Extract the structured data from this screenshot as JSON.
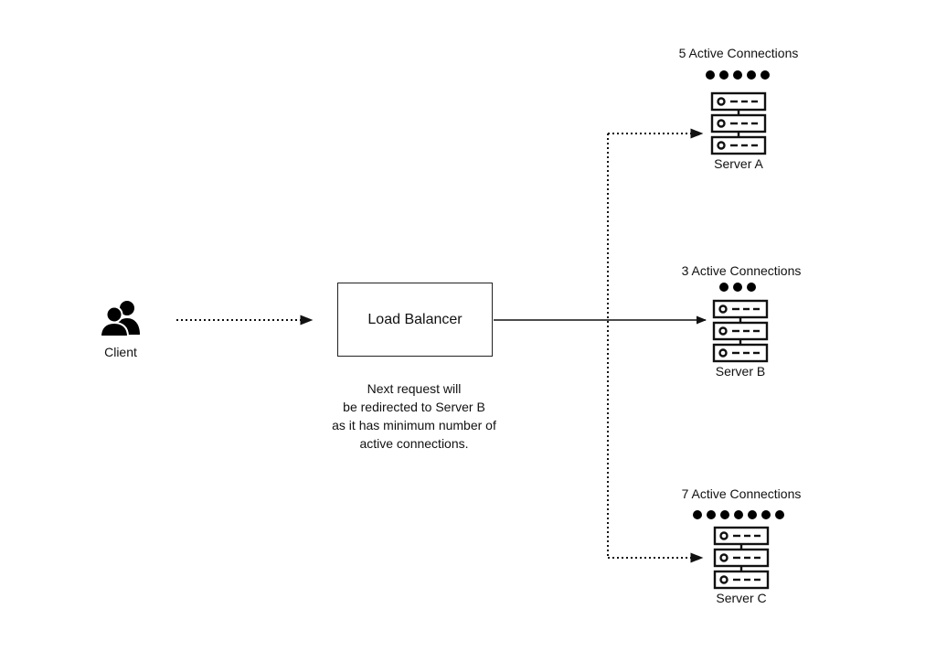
{
  "client": {
    "label": "Client",
    "icon": "users-icon"
  },
  "load_balancer": {
    "label": "Load Balancer"
  },
  "note": {
    "lines": [
      "Next request will",
      "be redirected to Server B",
      "as it has minimum number of",
      "active connections."
    ]
  },
  "servers": [
    {
      "name": "Server A",
      "connections": 5,
      "connections_label": "5 Active Connections",
      "icon": "server-rack-icon"
    },
    {
      "name": "Server B",
      "connections": 3,
      "connections_label": "3 Active Connections",
      "icon": "server-rack-icon",
      "selected": true
    },
    {
      "name": "Server C",
      "connections": 7,
      "connections_label": "7 Active Connections",
      "icon": "server-rack-icon"
    }
  ]
}
